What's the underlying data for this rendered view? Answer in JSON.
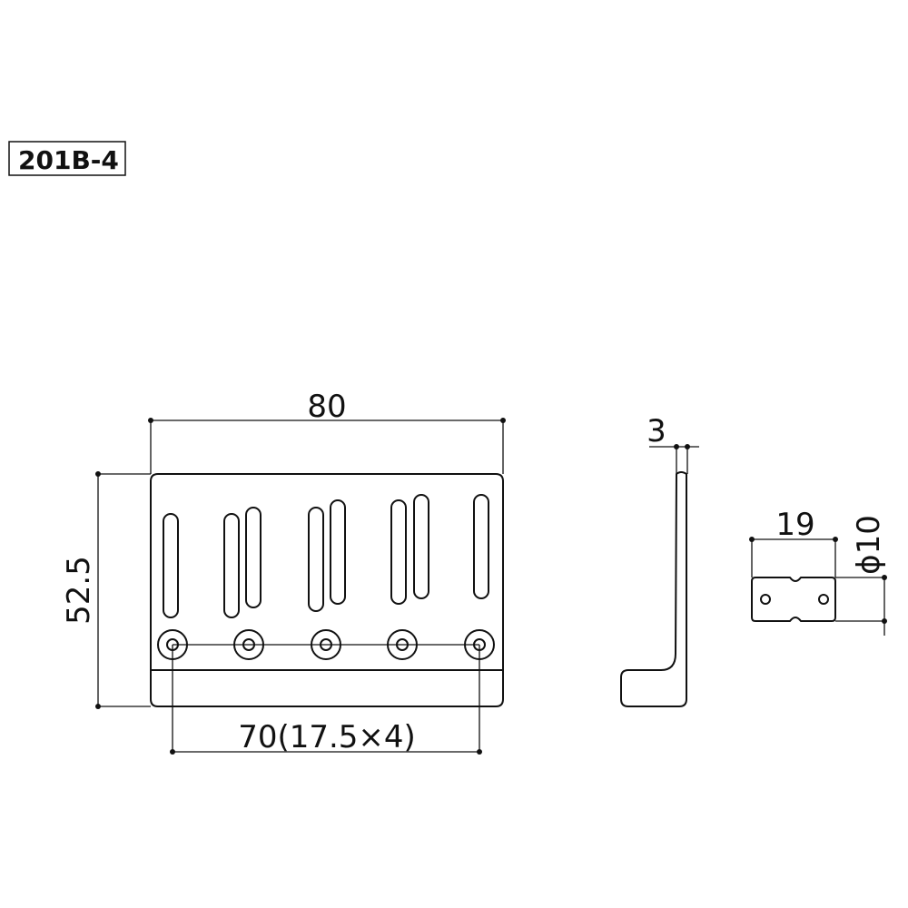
{
  "model": {
    "label": "201B-4"
  },
  "front_view": {
    "width_dim": "80",
    "height_dim": "52.5",
    "spacing_dim": "70(17.5×4)"
  },
  "side_view": {
    "thickness_dim": "3"
  },
  "saddle_view": {
    "length_dim": "19",
    "diameter_dim": "ϕ10"
  }
}
